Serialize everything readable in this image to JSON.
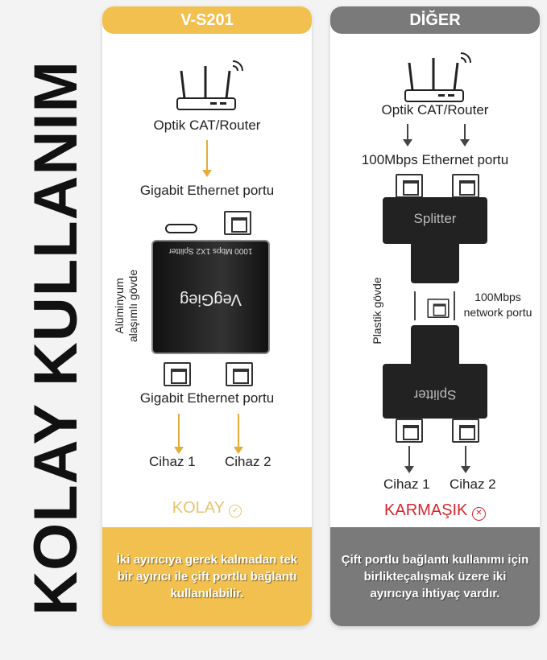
{
  "side_title": "KOLAY KULLANIM",
  "left": {
    "header": "V-S201",
    "router": "Optik CAT/Router",
    "input_port": "Gigabit Ethernet portu",
    "device_brand": "VegGieg",
    "device_model": "1000 Mbps 1X2 Splitter",
    "body_label": "Alüminyum alaşımlı gövde",
    "output_port": "Gigabit Ethernet portu",
    "device1": "Cihaz 1",
    "device2": "Cihaz 2",
    "verdict": "KOLAY",
    "verdict_icon": "✓",
    "description": "İki ayırıcıya gerek kalmadan tek bir ayırıcı ile çift portlu bağlantı kullanılabilir.",
    "accent": "#f2c04f"
  },
  "right": {
    "header": "DİĞER",
    "router": "Optik CAT/Router",
    "input_port": "100Mbps Ethernet portu",
    "splitter_label": "Splitter",
    "body_label": "Plastik gövde",
    "network_port": "100Mbps network portu",
    "device1": "Cihaz 1",
    "device2": "Cihaz 2",
    "verdict": "KARMAŞIK",
    "verdict_icon": "✕",
    "description": "Çift portlu bağlantı kullanımı için birlikteçalışmak üzere iki ayırıcıya ihtiyaç vardır.",
    "accent": "#7a7a7a",
    "verdict_color": "#d9262e"
  }
}
